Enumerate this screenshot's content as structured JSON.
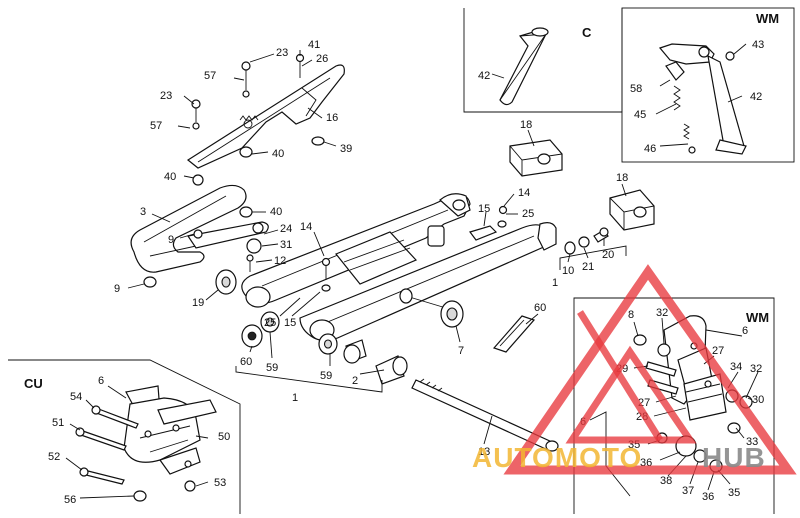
{
  "diagram": {
    "boxes": {
      "box_c": {
        "title": "C"
      },
      "box_wm_top": {
        "title": "WM"
      },
      "box_wm_right": {
        "title": "WM"
      },
      "box_cu": {
        "title": "CU"
      }
    },
    "callouts": {
      "c41": "41",
      "c26": "26",
      "c23a": "23",
      "c57a": "57",
      "c23b": "23",
      "c57b": "57",
      "c16": "16",
      "c39": "39",
      "c40a": "40",
      "c40b": "40",
      "c40c": "40",
      "c3": "3",
      "c9a": "9",
      "c24": "24",
      "c31": "31",
      "c12": "12",
      "c9b": "9",
      "c14a": "14",
      "c19": "19",
      "c25a": "25",
      "c15a": "15",
      "c60a": "60",
      "c59a": "59",
      "c59b": "59",
      "c2": "2",
      "c1a": "1",
      "c7": "7",
      "c60b": "60",
      "c13": "13",
      "c18a": "18",
      "c18b": "18",
      "c14b": "14",
      "c15b": "15",
      "c25b": "25",
      "c10": "10",
      "c21": "21",
      "c20": "20",
      "c1b": "1",
      "c42c": "42",
      "c43": "43",
      "c58": "58",
      "c45": "45",
      "c46": "46",
      "c42w": "42",
      "cu6": "6",
      "cu54": "54",
      "cu51": "51",
      "cu52": "52",
      "cu56": "56",
      "cu50": "50",
      "cu53": "53",
      "r8": "8",
      "r32a": "32",
      "r6": "6",
      "r27a": "27",
      "r34": "34",
      "r32b": "32",
      "r29": "29",
      "r30": "30",
      "r27b": "27",
      "r33": "33",
      "r28": "28",
      "r6b": "6",
      "r35a": "35",
      "r36a": "36",
      "r38": "38",
      "r37": "37",
      "r36b": "36",
      "r35b": "35"
    },
    "watermark": {
      "brand_a": "AUTOMOTO",
      "brand_b": "HUB",
      "colors": {
        "red": "#e8383d",
        "yellow": "#f2b632",
        "gray": "#8a8a8a"
      }
    }
  }
}
